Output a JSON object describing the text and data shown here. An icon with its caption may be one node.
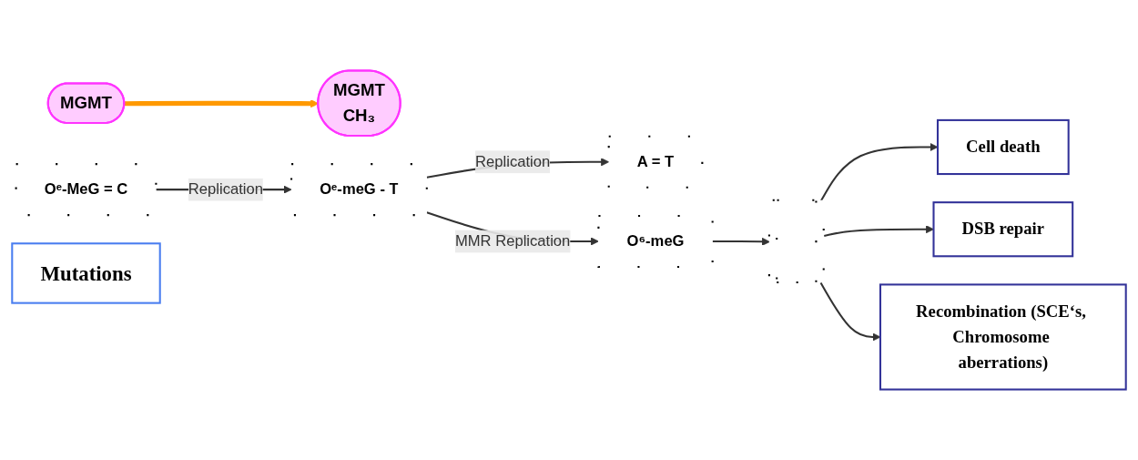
{
  "diagram": {
    "nodes": [
      {
        "text": [
          "MGMT"
        ]
      },
      {
        "text": [
          "MGMT",
          "CH₃"
        ]
      },
      {
        "text": [
          "Oᵉ-MeG = C"
        ]
      },
      {
        "text": [
          "Oᵉ-meG -  T"
        ]
      },
      {
        "text": [
          "A = T"
        ]
      },
      {
        "text": [
          "Mutations"
        ]
      },
      {
        "text": [
          "O⁶-meG"
        ]
      },
      {
        "text": [],
        "shape": "bar"
      },
      {
        "text": [
          "Cell death"
        ]
      },
      {
        "text": [
          "DSB repair"
        ]
      },
      {
        "text": [
          "Recombination (SCE‘s, Chromosome aberrations)"
        ]
      }
    ],
    "edges": [
      {
        "from": 0,
        "to": 1,
        "arrow": "to",
        "style": "thick",
        "color": "#ff9900"
      },
      {
        "from": 2,
        "to": 3,
        "label": "Replication",
        "arrow": "to"
      },
      {
        "from": 3,
        "to": 4,
        "label": "Replication",
        "arrow": "to"
      },
      {
        "from": 3,
        "to": 6,
        "label": "MMR Replication",
        "arrow": "to"
      },
      {
        "from": 6,
        "to": 7,
        "arrow": "to"
      },
      {
        "from": 7,
        "to": 8,
        "arrow": "to"
      },
      {
        "from": 7,
        "to": 9,
        "arrow": "to"
      },
      {
        "from": 7,
        "to": 10,
        "arrow": "to"
      }
    ]
  }
}
